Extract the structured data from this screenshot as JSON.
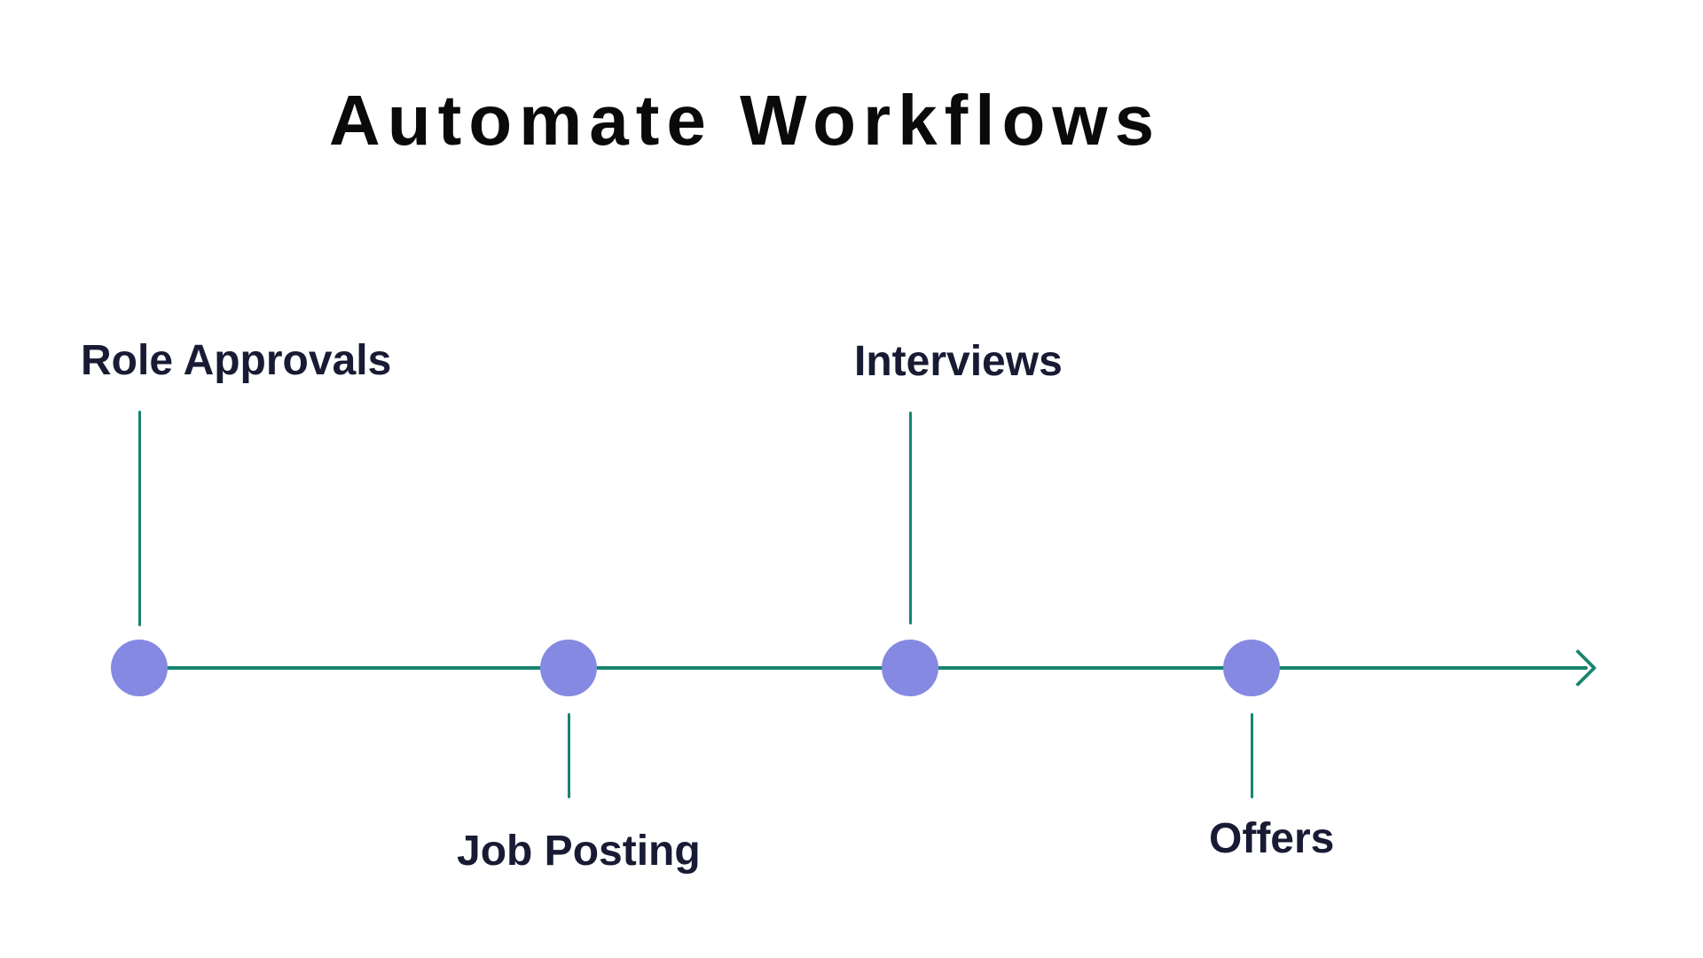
{
  "title": "Automate Workflows",
  "timeline": {
    "type": "horizontal-timeline",
    "colors": {
      "axis": "#17846E",
      "node": "#8589E2",
      "label_text": "#181B33",
      "title_text": "#0A0A0A",
      "background": "#FFFFFF"
    },
    "arrow_icon": "arrow-right",
    "milestones": [
      {
        "label": "Role Approvals",
        "label_position": "above"
      },
      {
        "label": "Job Posting",
        "label_position": "below"
      },
      {
        "label": "Interviews",
        "label_position": "above"
      },
      {
        "label": "Offers",
        "label_position": "below"
      }
    ]
  }
}
